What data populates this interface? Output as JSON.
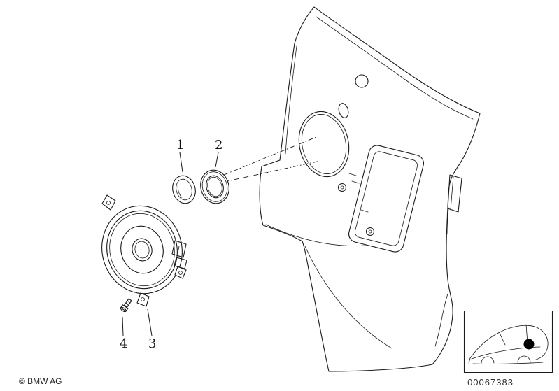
{
  "callouts": [
    {
      "label": "1"
    },
    {
      "label": "2"
    },
    {
      "label": "3"
    },
    {
      "label": "4"
    }
  ],
  "footer": {
    "copyright": "© BMW AG",
    "diagram_number": "00067383"
  },
  "colors": {
    "line": "#1a1a1a",
    "background": "#ffffff"
  }
}
